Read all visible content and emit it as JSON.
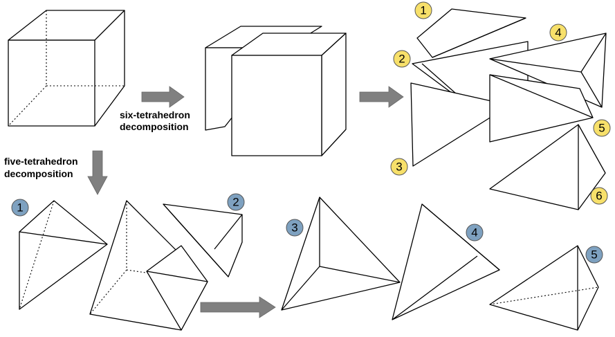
{
  "labels": {
    "six_line1": "six-tetrahedron",
    "six_line2": "decomposition",
    "five_line1": "five-tetrahedron",
    "five_line2": "decomposition"
  },
  "six_badges": [
    "1",
    "2",
    "3",
    "4",
    "5",
    "6"
  ],
  "five_badges": [
    "1",
    "2",
    "3",
    "4",
    "5"
  ],
  "colors": {
    "six_badge": "#f7e06a",
    "five_badge": "#7ea1c0",
    "arrow": "#808080",
    "line": "#000000"
  }
}
